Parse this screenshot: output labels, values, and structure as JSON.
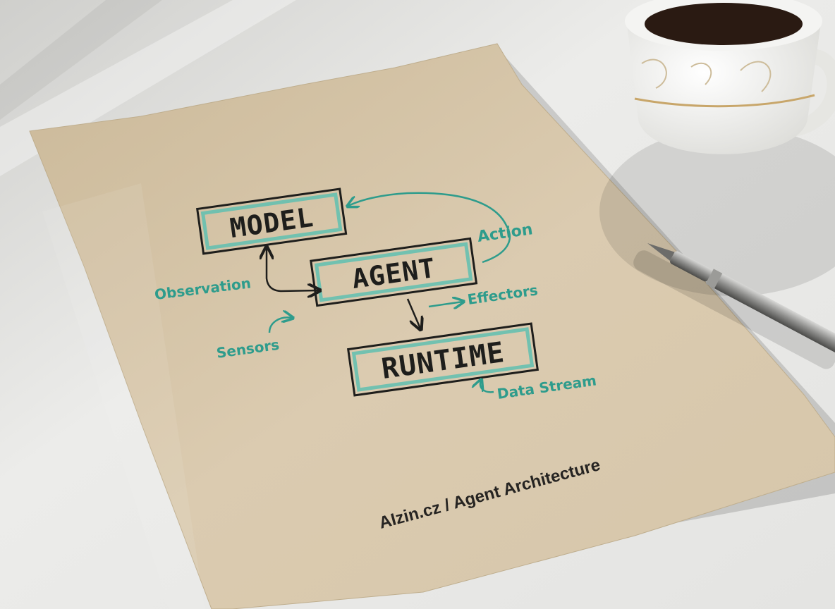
{
  "diagram": {
    "nodes": {
      "model": "MODEL",
      "agent": "AGENT",
      "runtime": "RUNTIME"
    },
    "labels": {
      "action": "Action",
      "observation": "Observation",
      "effectors": "Effectors",
      "sensors": "Sensors",
      "data_stream": "Data Stream"
    },
    "footer": "AIzin.cz / Agent Architecture"
  },
  "colors": {
    "paper": "#d9c9ad",
    "ink": "#1e1e1c",
    "accent": "#2e9c8c",
    "desk": "#e8e8e6"
  }
}
